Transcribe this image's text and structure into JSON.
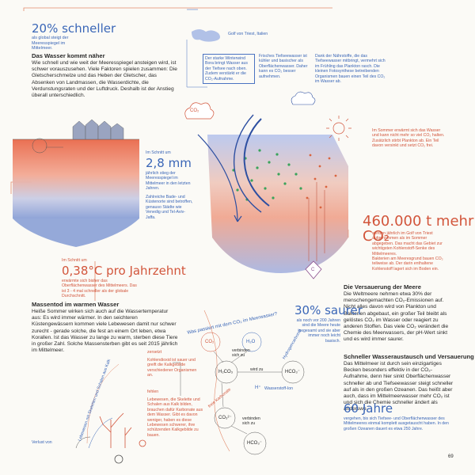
{
  "left": {
    "stat1": "20% schneller",
    "stat1_note": "als global steigt der Meeresspiegel im Mittelmeer.",
    "sec1_title": "Das Wasser kommt näher",
    "sec1_body": "Wie schnell und wie weit der Meeresspiegel ansteigen wird, ist schwer vorauszusehen. Viele Faktoren spielen zusammen: Die Gletscherschmelze und das Heben der Gletscher, das Absenken von Landmassen, die Wasserdichte, die Verdunstungsraten und der Luftdruck. Deshalb ist der Anstieg überall unterschiedlich.",
    "stat2_pre": "Im Schnitt um",
    "stat2": "2,8 mm",
    "stat2_note": "jährlich stieg der Meeresspiegel im Mittelmeer in den letzten Jahren.",
    "stat2_note2": "Zahlreiche Bade- und Küstenorte sind betroffen, genauso Städte wie Venedig und Tel-Aviv-Jaffa.",
    "stat3_pre": "Im Schnitt um",
    "stat3": "0,38°C pro Jahrzehnt",
    "stat3_note": "erwärmte sich bisher das Oberflächenwasser des Mittelmeers. Das ist 3 - 4 mal schneller als der globale Durchschnitt.",
    "sec2_title": "Massentod im warmen Wasser",
    "sec2_body": "Heiße Sommer wirken sich auch auf die Wassertemperatur aus: Es wird immer wärmer. In den seichteren Küstengewässern kommen viele Lebewesen damit nur schwer zurecht - gerade solche, die fest an einem Ort leben, etwa Korallen. Ist das Wasser zu lange zu warm, sterben diese Tiere in großer Zahl. Solche Massensterben gibt es seit 2015 jährlich im Mittelmeer.",
    "vert_label": "Lebewesen mit Skeletten und Schalen aus Kalk",
    "verlust": "Verlust von"
  },
  "top": {
    "gulf": "Golf von Triest, Italien",
    "box1": "Der starke Winterwind Bora bringt Wasser aus der Tiefsee nach oben. Zudem verstärkt er die CO₂-Aufnahme.",
    "box2": "Frisches Tiefseewasser ist kühler und basischer als Oberflächenwasser. Daher kann es CO₂ besser aufnehmen.",
    "box3": "Dank der Nährstoffe, die das Tiefseewasser mitbringt, vermehrt sich im Frühling das Plankton rasch. Die kleinen Fotosynthese betreibenden Organismen bauen einen Teil des CO₂ im Wasser ab.",
    "summer": "Im Sommer erwärmt sich das Wasser und kann nicht mehr so viel CO₂ halten. Zusätzlich stirbt Plankton ab. Ein Teil davon versinkt und setzt CO₂ frei.",
    "co2_label": "CO₂",
    "c_label": "C"
  },
  "right": {
    "stat4": "460.000 t mehr CO₂",
    "stat4_note": "werden jährlich im Golf von Triest aufgenommen als im Sommer abgegeben. Das macht das Gebiet zur wichtigsten Kohlenstoff-Senke des Mittelmeeres.",
    "bact": "Bakterien am Meeresgrund bauen CO₂ teilweise ab. Der darin enthaltene Kohlenstoff lagert sich im Boden ein.",
    "sec3_title": "Die Versauerung der Meere",
    "sec3_body": "Die Weltmeere nehmen etwa 30% der menschengemachten CO₂-Emissionen auf. Nicht alles davon wird von Plankton und Bakterien abgebaut, ein großer Teil bleibt als gelöstes CO₂ im Wasser oder reagiert zu anderen Stoffen. Das viele CO₂ verändert die Chemie des Meerwassers, der pH-Wert sinkt und es wird immer saurer.",
    "stat5": "30% saurer",
    "stat5_note": "als noch vor 200 Jahren sind die Meere heute insgesamt und sie aber immer noch leicht basisch.",
    "sec4_title": "Schneller Wasseraustausch und Versauerung",
    "sec4_body": "Das Mittelmeer ist durch sein einzigartiges Becken besonders effektiv in der CO₂-Aufnahme, denn hier sinkt Oberflächenwasser schneller ab und Tiefseewasser steigt schneller auf als in den großen Ozeanen. Das heißt aber auch, dass im Mittelmeerwasser mehr CO₂ ist und sich die Chemie schneller ändert als anderswo.",
    "stat6": "60 Jahre",
    "stat6_note": "vergehen, bis sich Tiefsee- und Oberflächenwasser des Mittelmeeres einmal komplett ausgetauscht haben. In den großen Ozeanen dauert es etwa 250 Jahre.",
    "page_num": "69"
  },
  "chem": {
    "question": "Was passiert mit dem CO₂ im Meerwasser?",
    "co2": "CO₂",
    "h2o": "H₂O",
    "verbinden1": "verbinden sich zu",
    "h2co3": "H₂CO₃",
    "wird_zu": "wird zu",
    "hydrogencarbonat": "Hydrogencarbonat",
    "hco3": "HCO₃⁻",
    "freie_karbonate": "freie Karbonate",
    "co3": "CO₃²⁻",
    "h_plus": "H⁺",
    "wasserstoff": "Wasserstoff-Ion",
    "verbinden2": "verbinden sich zu",
    "hco3b": "HCO₃⁻",
    "zersetzt": "zersetzt",
    "zersetzt_note": "Kohlendioxid ist sauer und greift die Kalkgebilde verschiedener Organismen an.",
    "fehlen": "fehlen",
    "fehlen_note": "Lebewesen, die Skelette und Schalen aus Kalk bilden, brauchen dafür Karbonate aus dem Wasser. Gibt es davon weniger, haben es diese Lebewesen schwerer, ihre schützenden Kalkgebilde zu bauen."
  }
}
